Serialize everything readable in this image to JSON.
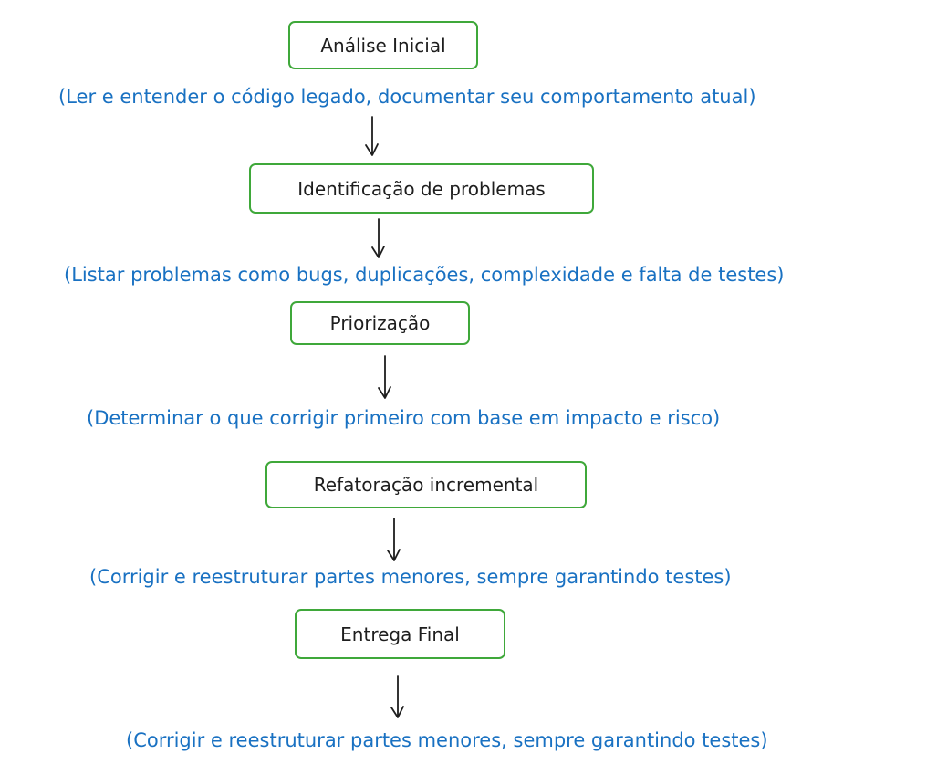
{
  "steps": [
    {
      "title": "Análise Inicial",
      "note": "(Ler e entender o código legado, documentar seu comportamento atual)"
    },
    {
      "title": "Identificação de problemas",
      "note": "(Listar problemas como bugs, duplicações, complexidade e falta de testes)"
    },
    {
      "title": "Priorização",
      "note": "(Determinar o que corrigir primeiro com base em impacto e risco)"
    },
    {
      "title": "Refatoração incremental",
      "note": "(Corrigir e reestruturar partes menores, sempre garantindo testes)"
    },
    {
      "title": "Entrega Final",
      "note": "(Corrigir e reestruturar partes menores, sempre garantindo testes)"
    }
  ],
  "colors": {
    "box_border": "#3fa83a",
    "box_text": "#1e1e1e",
    "note_text": "#1971c2",
    "arrow": "#1e1e1e"
  }
}
